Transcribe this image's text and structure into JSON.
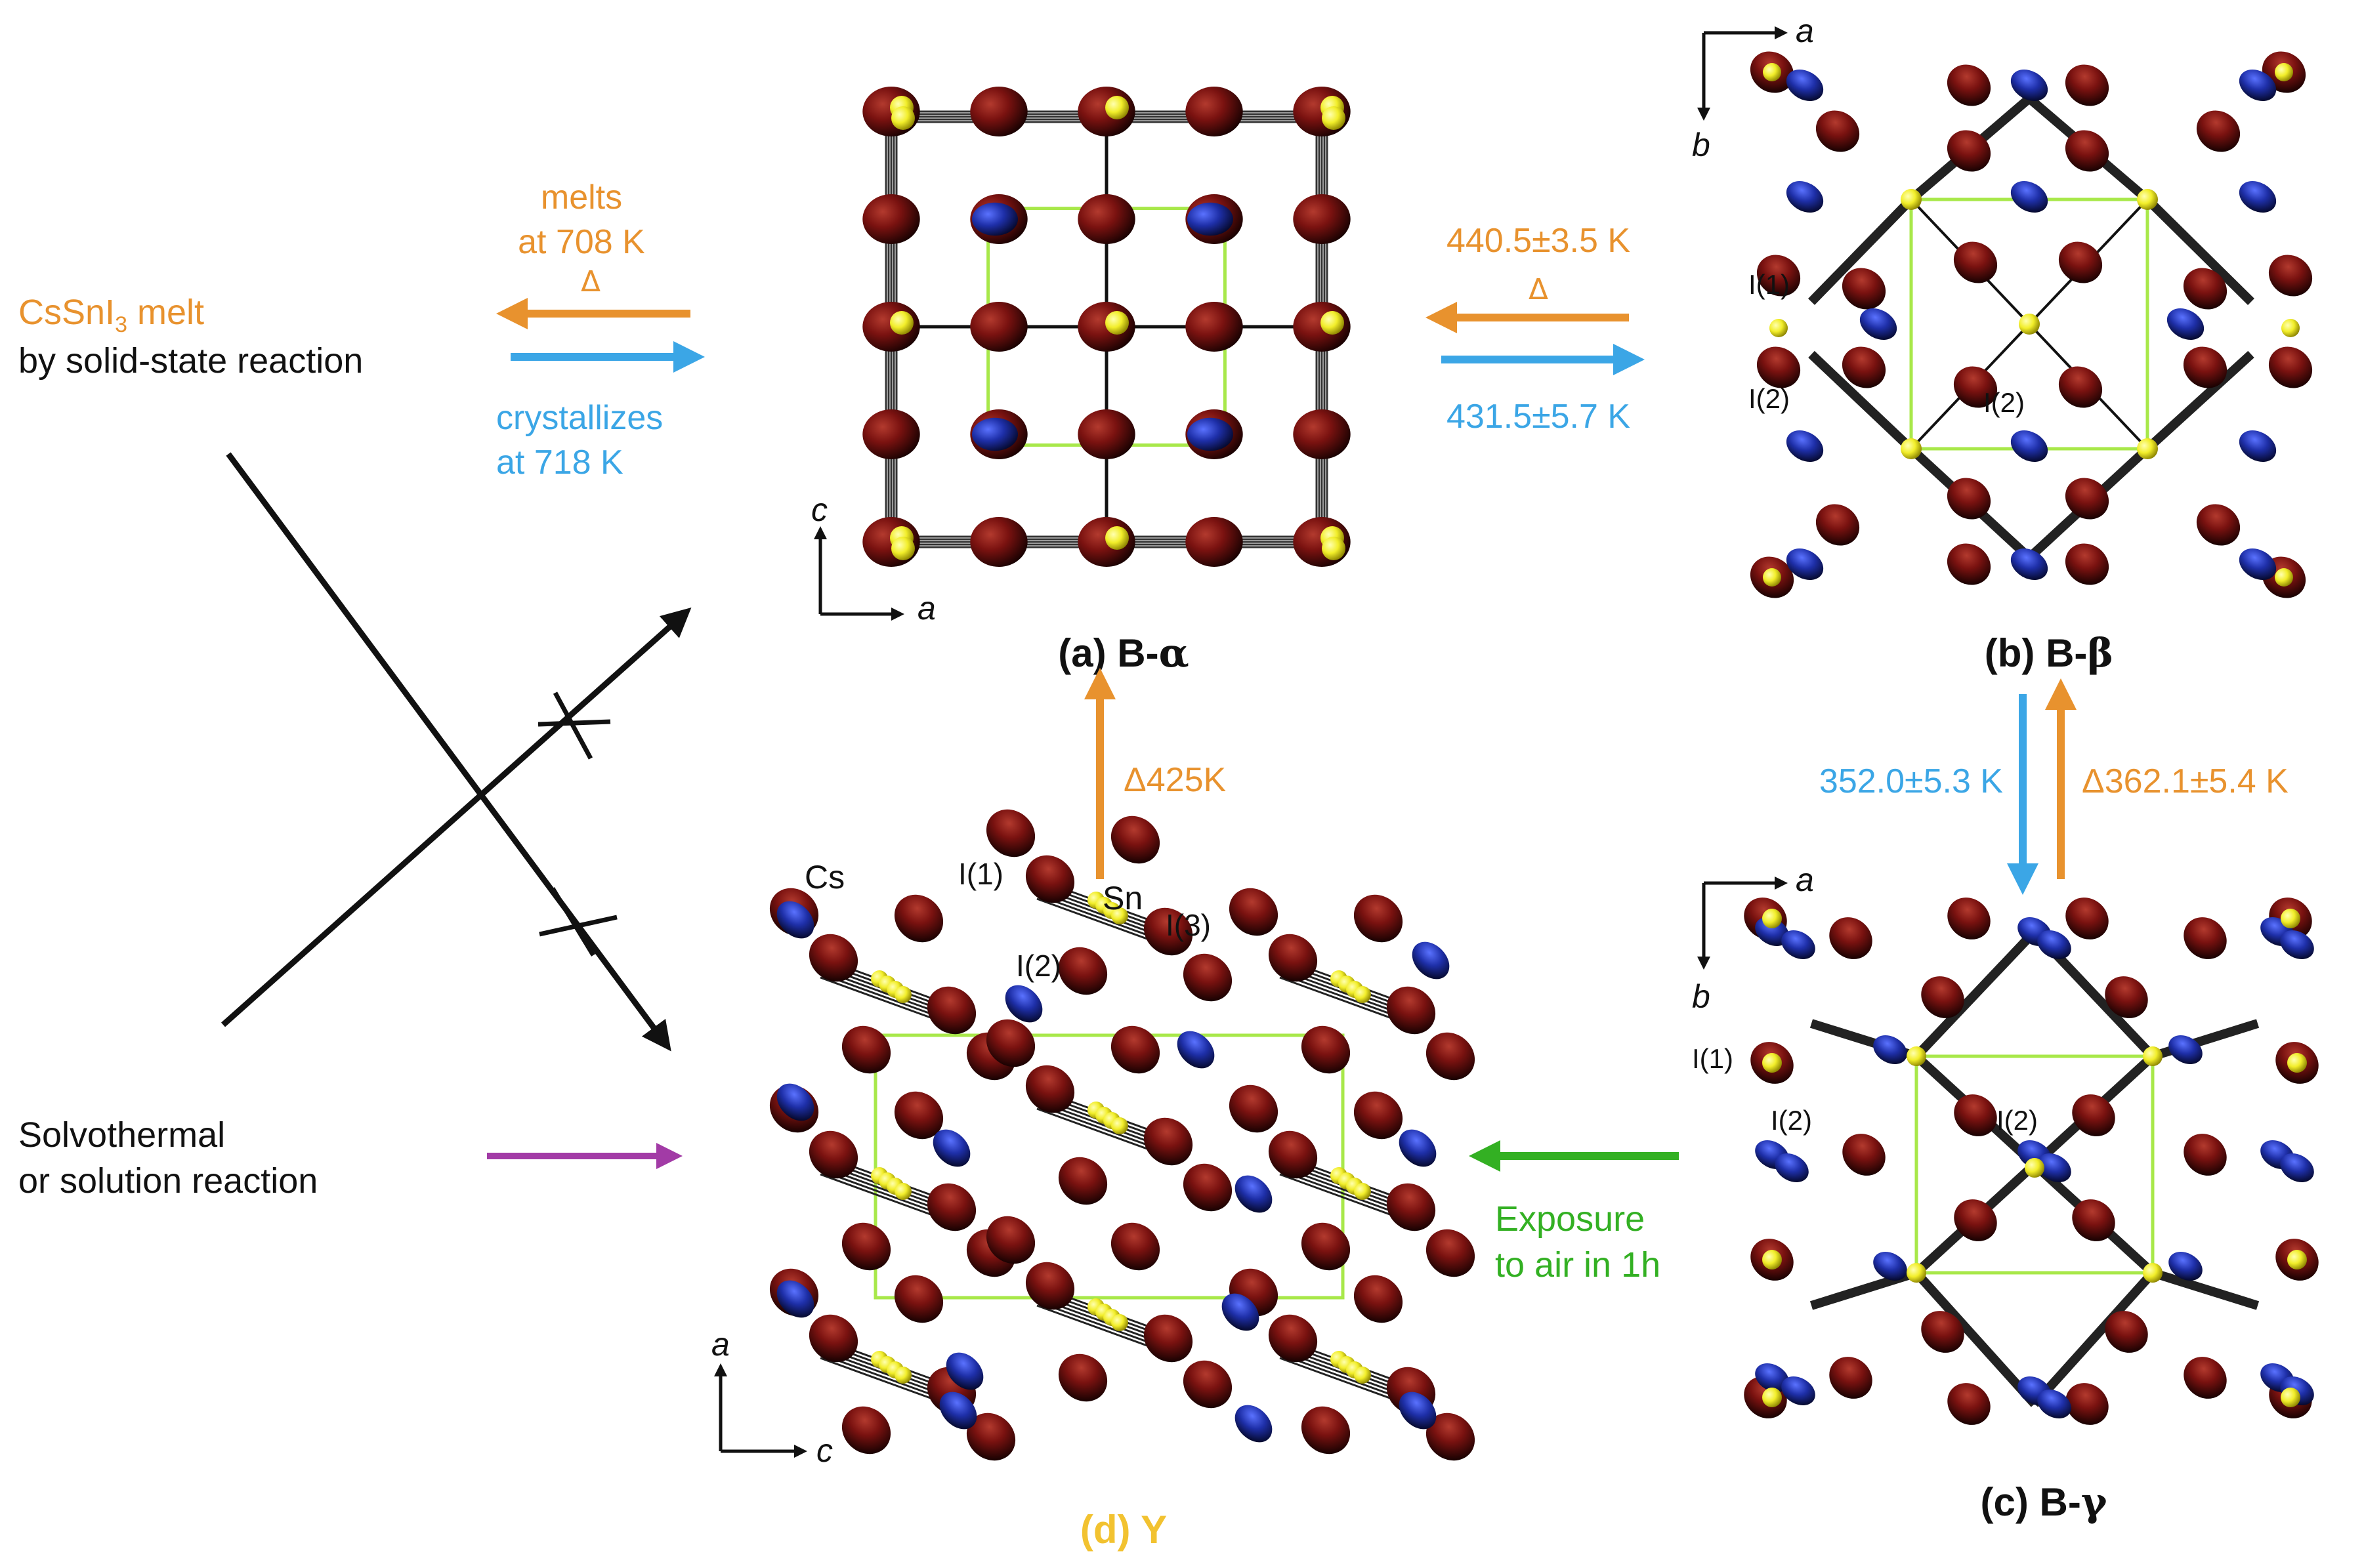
{
  "colors": {
    "orange": "#E8922E",
    "blue": "#3BA6E6",
    "green": "#33B023",
    "purple": "#A23BA6",
    "gold": "#F2C230",
    "black": "#111111",
    "atom_i": "#7A1210",
    "atom_cs": "#1E2FA8",
    "atom_sn": "#F2EE2A",
    "cell": "#A8E84A"
  },
  "left": {
    "melt_line1": "CsSnI",
    "melt_sub": "3",
    "melt_line2": " melt",
    "solid_state": "by solid-state reaction",
    "melts_l1": "melts",
    "melts_l2": "at 708 K",
    "delta": "Δ",
    "cryst_l1": "crystallizes",
    "cryst_l2": "at 718 K",
    "solvo_l1": "Solvothermal",
    "solvo_l2": "or solution reaction"
  },
  "panel_a": {
    "caption_prefix": "(a) B-",
    "caption_greek": "α",
    "axis_v": "c",
    "axis_h": "a"
  },
  "panel_b": {
    "caption_prefix": "(b) B-",
    "caption_greek": "β",
    "axis_h": "a",
    "axis_v": "b",
    "lab_i1": "I(1)",
    "lab_i2a": "I(2)",
    "lab_i2b": "I(2)"
  },
  "panel_c": {
    "caption_prefix": "(c) B-",
    "caption_greek": "γ",
    "axis_h": "a",
    "axis_v": "b",
    "lab_i1": "I(1)",
    "lab_i2a": "I(2)",
    "lab_i2b": "I(2)"
  },
  "panel_d": {
    "caption": "(d) Y",
    "axis_v": "a",
    "axis_h": "c",
    "lab_cs": "Cs",
    "lab_i1": "I(1)",
    "lab_sn": "Sn",
    "lab_i3": "I(3)",
    "lab_i2": "I(2)"
  },
  "transitions": {
    "ab_orange": "440.5±3.5 K",
    "ab_delta": "Δ",
    "ab_blue": "431.5±5.7 K",
    "bc_blue": "352.0±5.3 K",
    "bc_orange": "Δ362.1±5.4 K",
    "da_orange": "Δ425K",
    "cd_green_l1": "Exposure",
    "cd_green_l2": "to air in 1h"
  }
}
